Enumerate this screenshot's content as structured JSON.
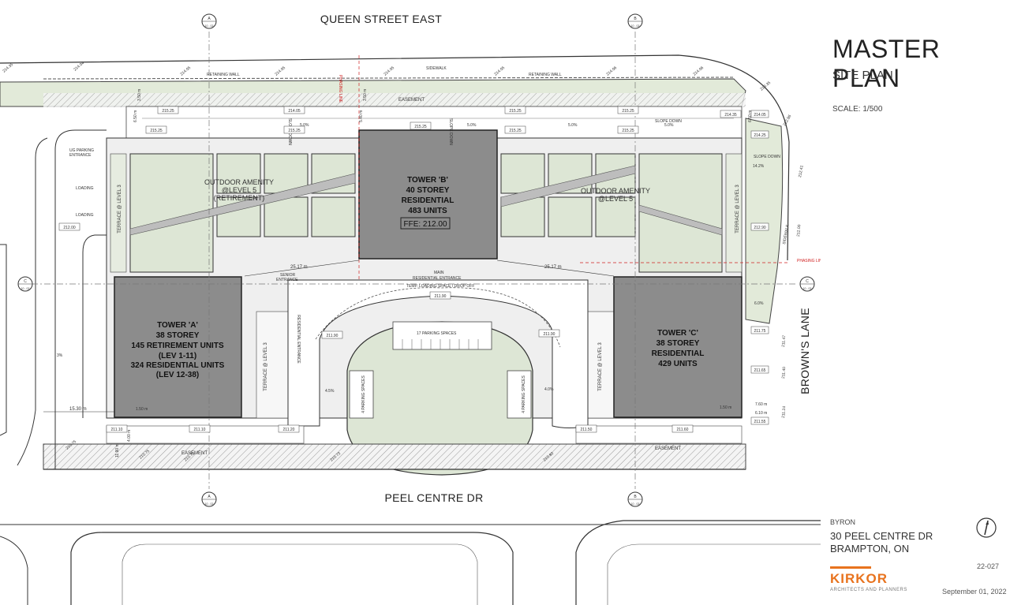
{
  "title": "MASTER PLAN",
  "subtitle": "SITE PLAN",
  "scale": "SCALE: 1/500",
  "client": "BYRON",
  "address_line1": "30 PEEL CENTRE DR",
  "address_line2": "BRAMPTON, ON",
  "project_number": "22-027",
  "firm_name": "KIRKOR",
  "firm_tagline": "ARCHITECTS AND PLANNERS",
  "date": "September 01, 2022",
  "accent_color": "#e8731e",
  "streets": {
    "north": "QUEEN STREET EAST",
    "south": "PEEL CENTRE DR",
    "east": "BROWN'S LANE"
  },
  "towers": {
    "a": [
      "TOWER 'A'",
      "38 STOREY",
      "145 RETIREMENT UNITS",
      "(LEV 1-11)",
      "324 RESIDENTIAL UNITS",
      "(LEV 12-38)"
    ],
    "b": [
      "TOWER 'B'",
      "40 STOREY",
      "RESIDENTIAL",
      "483 UNITS"
    ],
    "b_ffe": "FFE: 212.00",
    "c": [
      "TOWER 'C'",
      "38 STOREY",
      "RESIDENTIAL",
      "429 UNITS"
    ]
  },
  "amenities": {
    "west": [
      "OUTDOOR AMENITY",
      "@LEVEL 5",
      "(RETIREMENT)"
    ],
    "east": [
      "OUTDOOR AMENITY",
      "@LEVEL 5"
    ]
  },
  "terrace_label": "TERRACE @ LEVEL 3",
  "labels": {
    "sidewalk": "SIDEWALK",
    "retaining_wall": "RETAINING WALL",
    "easement": "EASEMENT",
    "phasing_line": "PHASING LINE",
    "ug_parking_1": "UG PARKING",
    "ug_parking_2": "ENTRANCE",
    "loading": "LOADING",
    "senior_entrance_1": "SENIOR",
    "senior_entrance_2": "ENTRANCE",
    "main_entrance_1": "MAIN",
    "main_entrance_2": "RESIDENTIAL ENTRANCE",
    "temp_loading": "TEMP. LOADING SPACE / DROP OFF",
    "parking_17": "17 PARKING SPACES",
    "parking_4": "4 PARKING SPACES",
    "slope_down": "SLOPE DOWN",
    "residential_entrance": "RESIDENTIAL ENTRANCE",
    "grid_a": "A",
    "grid_b": "B",
    "grid_c": "C",
    "grid_sheet": "10 - 02"
  },
  "dimensions": {
    "d25_17": "25.17 m",
    "d15_30": "15.30 m",
    "d6_50": "6.50 m",
    "d5_40": "5.40 m",
    "d7_60": "7.60 m",
    "d6_10": "6.10 m",
    "d1_50": "1.50 m",
    "d3_50": "3.50 m",
    "d4_00": "4.00 m",
    "d11_90": "11.90 m"
  },
  "slopes": {
    "s5_0": "5.0%",
    "s14_2": "14.2%",
    "s4_5": "4.5%",
    "s4_0": "4.0%",
    "s3": "3%",
    "s6_0": "6.0%"
  },
  "elevations": {
    "e215_25": "215.25",
    "e214_35": "214.35",
    "e214_25": "214.25",
    "e214_05": "214.05",
    "e212_00": "212.00",
    "e212_90": "212.90",
    "e211_90": "211.90",
    "e211_75": "211.75",
    "e211_65": "211.65",
    "e211_55": "211.55",
    "e211_50": "211.50",
    "e211_60": "211.60",
    "e211_20": "211.20",
    "e211_10": "211.10",
    "e213_35": "213.35",
    "e212_96": "212.96",
    "e212_41": "212.41",
    "e211_47": "211.47",
    "e211_40": "211.40",
    "e211_24": "211.24",
    "e210_75": "210.75",
    "e210_80": "210.80",
    "e210_73": "210.73",
    "e214_04": "214.04",
    "e214_06": "214.06"
  }
}
